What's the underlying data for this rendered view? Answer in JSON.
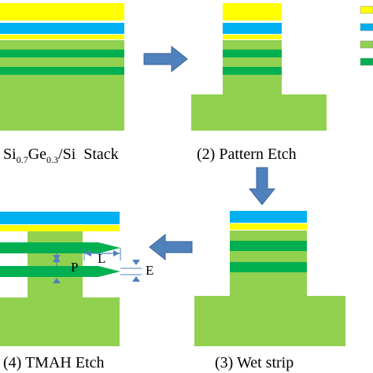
{
  "colors": {
    "yellow": "#FFFF00",
    "blue": "#00B0F0",
    "light_green": "#92D050",
    "dark_green": "#00B050",
    "arrow": "#4F81BD"
  },
  "steps": {
    "s1": {
      "label_main": "Si",
      "sub1": "0.7",
      "ge": "Ge",
      "sub2": "0.3",
      "rest": "/Si  Stack"
    },
    "s2": {
      "label": "(2) Pattern Etch"
    },
    "s3": {
      "label": "(3) Wet strip"
    },
    "s4": {
      "label": "(4) TMAH Etch"
    }
  },
  "markers": {
    "p": "P",
    "l": "L",
    "e": "E"
  },
  "icons": [
    "right-arrow-icon",
    "down-arrow-icon",
    "left-arrow-icon"
  ]
}
